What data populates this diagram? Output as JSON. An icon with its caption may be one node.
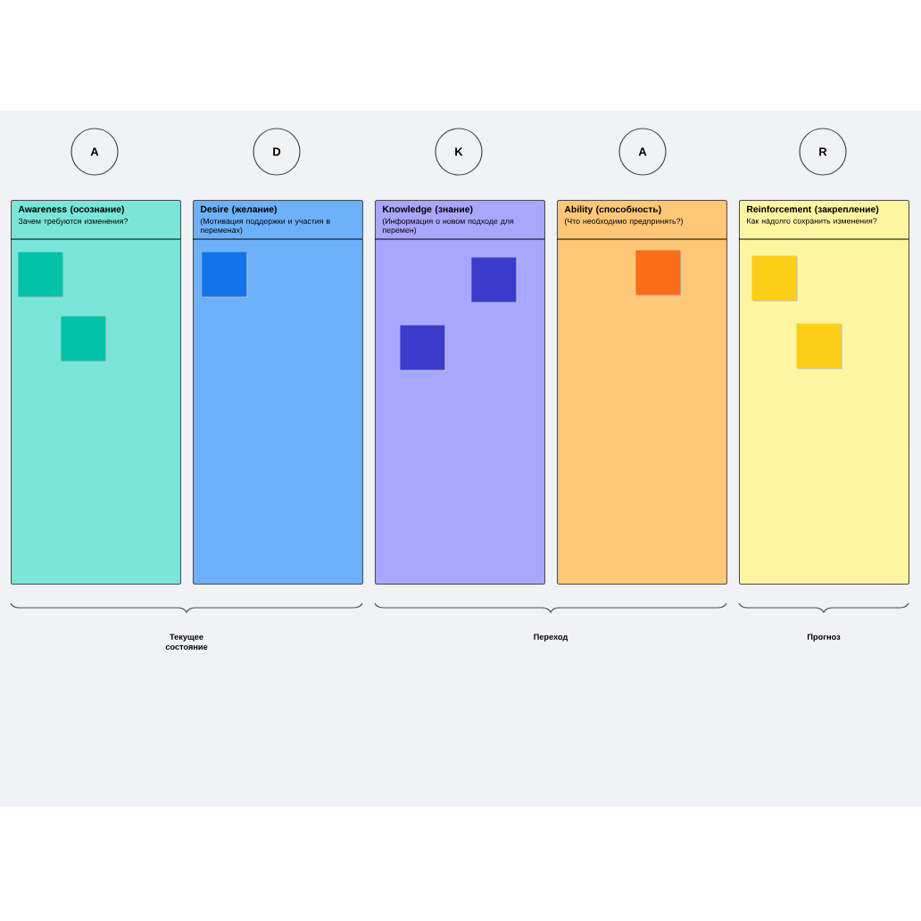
{
  "diagram": {
    "nodes": [
      {
        "text": [
          "A"
        ]
      },
      {
        "text": [
          "D"
        ]
      },
      {
        "text": [
          "K"
        ]
      },
      {
        "text": [
          "A"
        ]
      },
      {
        "text": [
          "R"
        ]
      },
      {
        "text": [
          "Awareness (осознание)",
          "Зачем требуются изменения?"
        ]
      },
      {
        "text": [],
        "shape": "box",
        "in": 5
      },
      {
        "text": [],
        "shape": "box",
        "in": 5
      },
      {
        "text": [
          "Desire (желание)",
          "(Мотивация поддержки и участия в переменах)"
        ]
      },
      {
        "text": [],
        "shape": "box",
        "in": 8
      },
      {
        "text": [
          "Knowledge (знание)",
          "(Информация о новом подходе для перемен)"
        ]
      },
      {
        "text": [],
        "shape": "box",
        "in": 10
      },
      {
        "text": [],
        "shape": "box",
        "in": 10
      },
      {
        "text": [
          "Ability (способность)",
          "(Что необходимо предпринять?)"
        ]
      },
      {
        "text": [],
        "shape": "box",
        "in": 13
      },
      {
        "text": [
          "Reinforcement (закрепление)",
          "Как надолго сохранить изменения?"
        ]
      },
      {
        "text": [],
        "shape": "box",
        "in": 15
      },
      {
        "text": [],
        "shape": "box",
        "in": 15
      }
    ],
    "labels": [
      "Текущее состояние",
      "Переход",
      "Прогноз"
    ]
  }
}
